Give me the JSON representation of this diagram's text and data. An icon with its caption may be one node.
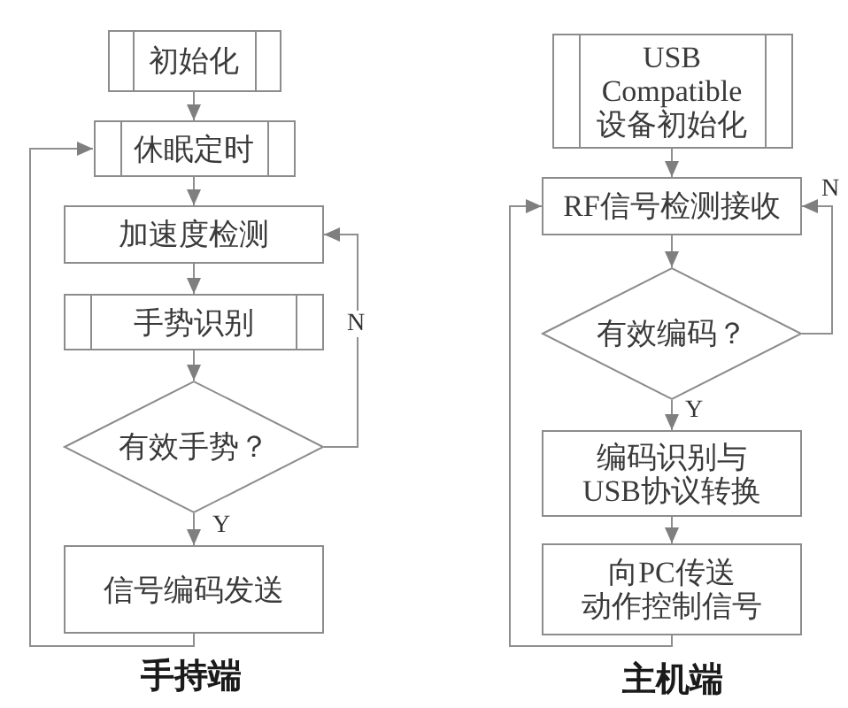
{
  "diagram": {
    "nodes": [
      {
        "text": [
          "初始化"
        ]
      },
      {
        "text": [
          "休眠定时"
        ]
      },
      {
        "text": [
          "加速度检测"
        ]
      },
      {
        "text": [
          "手势识别"
        ]
      },
      {
        "text": [
          "有效手势？"
        ]
      },
      {
        "text": [
          "信号编码发送"
        ]
      },
      {
        "text": [
          "USB Compatible 设备初始化"
        ]
      },
      {
        "text": [
          "RF信号检测接收"
        ]
      },
      {
        "text": [
          "有效编码？"
        ]
      },
      {
        "text": [
          "编码识别与USB协议转换"
        ]
      },
      {
        "text": [
          "向PC传送动作控制信号"
        ]
      }
    ],
    "edges": [
      {
        "from": 0,
        "to": 1,
        "arrow": "to"
      },
      {
        "from": 1,
        "to": 2,
        "arrow": "to"
      },
      {
        "from": 2,
        "to": 3,
        "arrow": "to"
      },
      {
        "from": 3,
        "to": 4,
        "arrow": "to"
      },
      {
        "from": 4,
        "to": 5,
        "arrow": "to",
        "label": "Y"
      },
      {
        "from": 4,
        "to": 2,
        "arrow": "to",
        "label": "N"
      },
      {
        "from": 5,
        "to": 1,
        "arrow": "to"
      },
      {
        "from": 6,
        "to": 7,
        "arrow": "to"
      },
      {
        "from": 7,
        "to": 8,
        "arrow": "to"
      },
      {
        "from": 8,
        "to": 9,
        "arrow": "to",
        "label": "Y"
      },
      {
        "from": 9,
        "to": 10,
        "arrow": "to"
      },
      {
        "from": 8,
        "to": 7,
        "arrow": "to",
        "label": "N"
      },
      {
        "from": 10,
        "to": 7,
        "arrow": "to"
      }
    ],
    "labels": [
      "手持端",
      "主机端"
    ]
  }
}
